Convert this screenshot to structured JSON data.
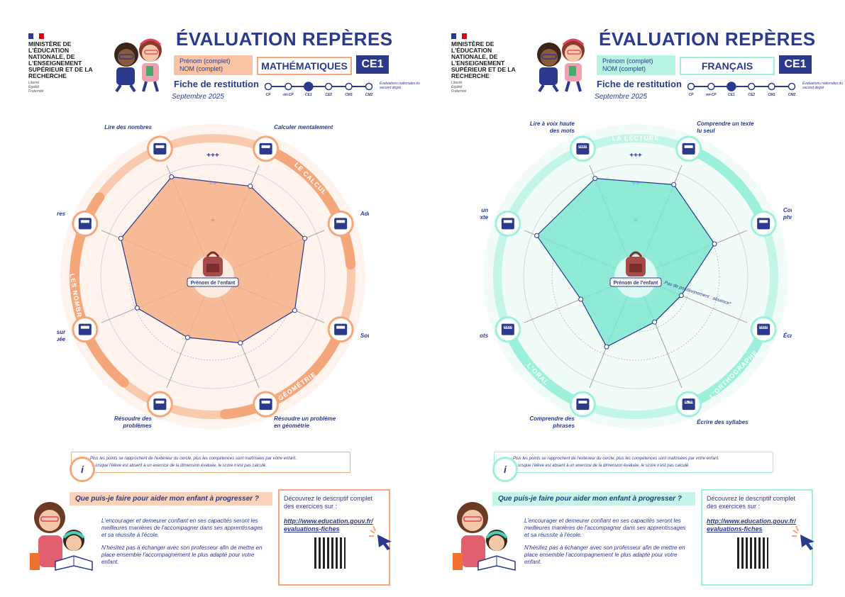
{
  "colors": {
    "navy": "#2b3a8c",
    "math_accent": "#f5a77c",
    "math_fill": "#f7b088",
    "math_light": "#fde6d8",
    "fr_accent": "#9cf0dc",
    "fr_fill": "#7ee8cf",
    "fr_light": "#dff8f1"
  },
  "header": {
    "ministry": "MINISTÈRE DE L'ÉDUCATION NATIONALE, DE L'ENSEIGNEMENT SUPÉRIEUR ET DE LA RECHERCHE",
    "devise": "Liberté Égalité Fraternité",
    "title": "ÉVALUATION REPÈRES",
    "prenom": "Prénom (complet)",
    "nom": "NOM (complet)",
    "fiche": "Fiche de restitution",
    "date": "Septembre 2025",
    "level": "CE1",
    "timeline": [
      "CP",
      "mi-CP",
      "CE1",
      "CE2",
      "CM1",
      "CM2"
    ],
    "eval_nat": "Évaluations nationales du second degré"
  },
  "pages": [
    {
      "subject": "MATHÉMATIQUES",
      "center_label": "Prénom de l'enfant",
      "ring_labels": [
        "LE CALCUL",
        "LA GÉOMÉTRIE",
        "LES NOMBRES"
      ],
      "scale": [
        "+++",
        "++",
        "+"
      ],
      "axes": [
        "Lire des nombres",
        "Calculer mentalement",
        "Additionner",
        "Soustraire",
        "Résoudre un problème en géométrie",
        "Résoudre des problèmes",
        "Placer un nombre sur une ligne graduée",
        "Écrire des nombres"
      ],
      "icons": [
        "number-reading-icon",
        "mental-calc-icon",
        "addition-icon",
        "subtraction-icon",
        "geometry-icon",
        "problem-solving-icon",
        "number-line-icon",
        "number-writing-icon"
      ],
      "scores": [
        0.95,
        0.83,
        0.85,
        0.72,
        0.52,
        0.45,
        0.64,
        0.85
      ]
    },
    {
      "subject": "FRANÇAIS",
      "center_label": "Prénom de l'enfant",
      "ring_labels": [
        "LA LECTURE",
        "L'ORTHOGRAPHE",
        "L'ORAL"
      ],
      "scale": [
        "+++",
        "++",
        "+"
      ],
      "axes": [
        "Lire à voix haute des mots",
        "Comprendre un texte lu seul",
        "Comprendre des phrases lues seul",
        "Écrire des mots",
        "Écrire des syllabes",
        "Comprendre des phrases",
        "Comprendre des mots",
        "Lire à voix haute un texte"
      ],
      "icons": [
        "read-aloud-words-icon",
        "text-understanding-icon",
        "sentence-understanding-icon",
        "write-words-icon",
        "write-syllables-icon",
        "oral-sentences-icon",
        "oral-words-icon",
        "read-aloud-text-icon"
      ],
      "icon_texts": [
        "chaton",
        "",
        "",
        "chaton",
        "ba, né,",
        "",
        "chaton",
        ""
      ],
      "scores": [
        0.93,
        0.85,
        0.68,
        0.25,
        0.25,
        0.57,
        0.37,
        0.94
      ],
      "absence_note": "Pas de positionnement : absence*"
    }
  ],
  "info": {
    "line1": "Plus les points se rapprochent de l'extérieur du cercle, plus les compétences sont maîtrisées par votre enfant.",
    "line2": "Lorsque l'élève est absent à un exercice de la dimension évaluée, le score n'est pas calculé."
  },
  "help": {
    "question": "Que puis-je faire pour aider mon enfant à progresser ?",
    "p1": "L'encourager et demeurer confiant en ses capacités seront les meilleures manières de l'accompagner dans ses apprentissages et sa réussite à l'école.",
    "p2": "N'hésitez pas à échanger avec son professeur afin de mettre en place ensemble l'accompagnement le plus adapté pour votre enfant.",
    "discover": "Découvrez le descriptif complet des exercices sur :",
    "url": "http://www.education.gouv.fr/ evaluations-fiches"
  }
}
